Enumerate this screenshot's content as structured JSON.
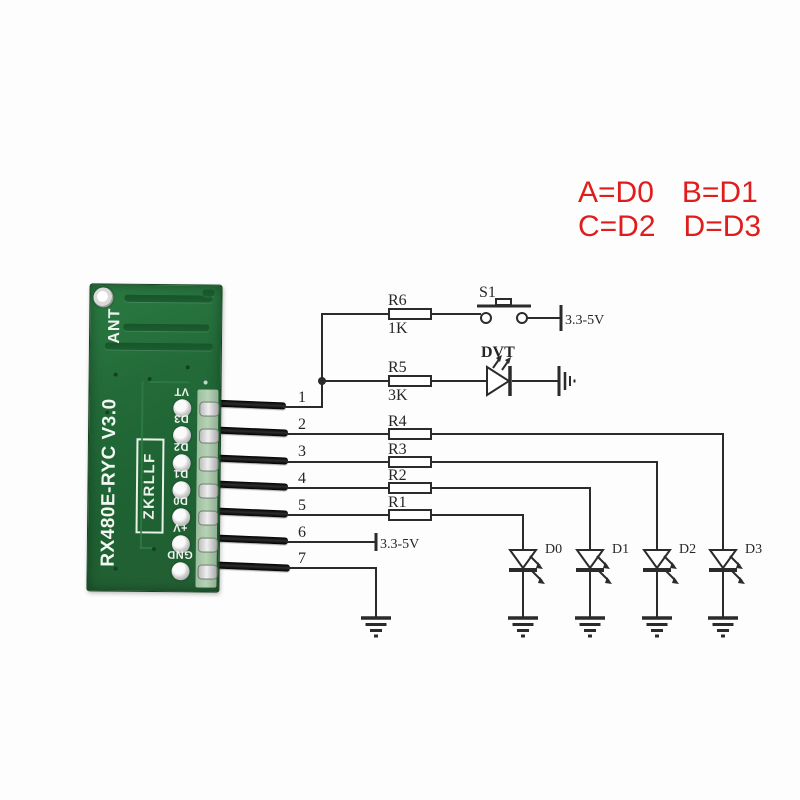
{
  "legend": {
    "items": [
      "A=D0",
      "B=D1",
      "C=D2",
      "D=D3"
    ],
    "color": "#e01d1d"
  },
  "module": {
    "ant_label": "ANT",
    "model": "RX480E-RYC V3.0",
    "brand": "ZKRLLF",
    "board_color": "#226a38",
    "pins": [
      {
        "number": "1",
        "label": "VT"
      },
      {
        "number": "2",
        "label": "D3"
      },
      {
        "number": "3",
        "label": "D2"
      },
      {
        "number": "4",
        "label": "D1"
      },
      {
        "number": "5",
        "label": "D0"
      },
      {
        "number": "6",
        "label": "+V"
      },
      {
        "number": "7",
        "label": "GND"
      }
    ]
  },
  "schematic": {
    "r6": {
      "label": "R6",
      "value": "1K"
    },
    "r5": {
      "label": "R5",
      "value": "3K"
    },
    "switch_label": "S1",
    "supply_top": "3.3-5V",
    "supply_pin6": "3.3-5V",
    "dvt_label": "DVT",
    "line_resistors": [
      {
        "label": "R4"
      },
      {
        "label": "R3"
      },
      {
        "label": "R2"
      },
      {
        "label": "R1"
      }
    ],
    "leds": [
      {
        "label": "D0"
      },
      {
        "label": "D1"
      },
      {
        "label": "D2"
      },
      {
        "label": "D3"
      }
    ]
  }
}
